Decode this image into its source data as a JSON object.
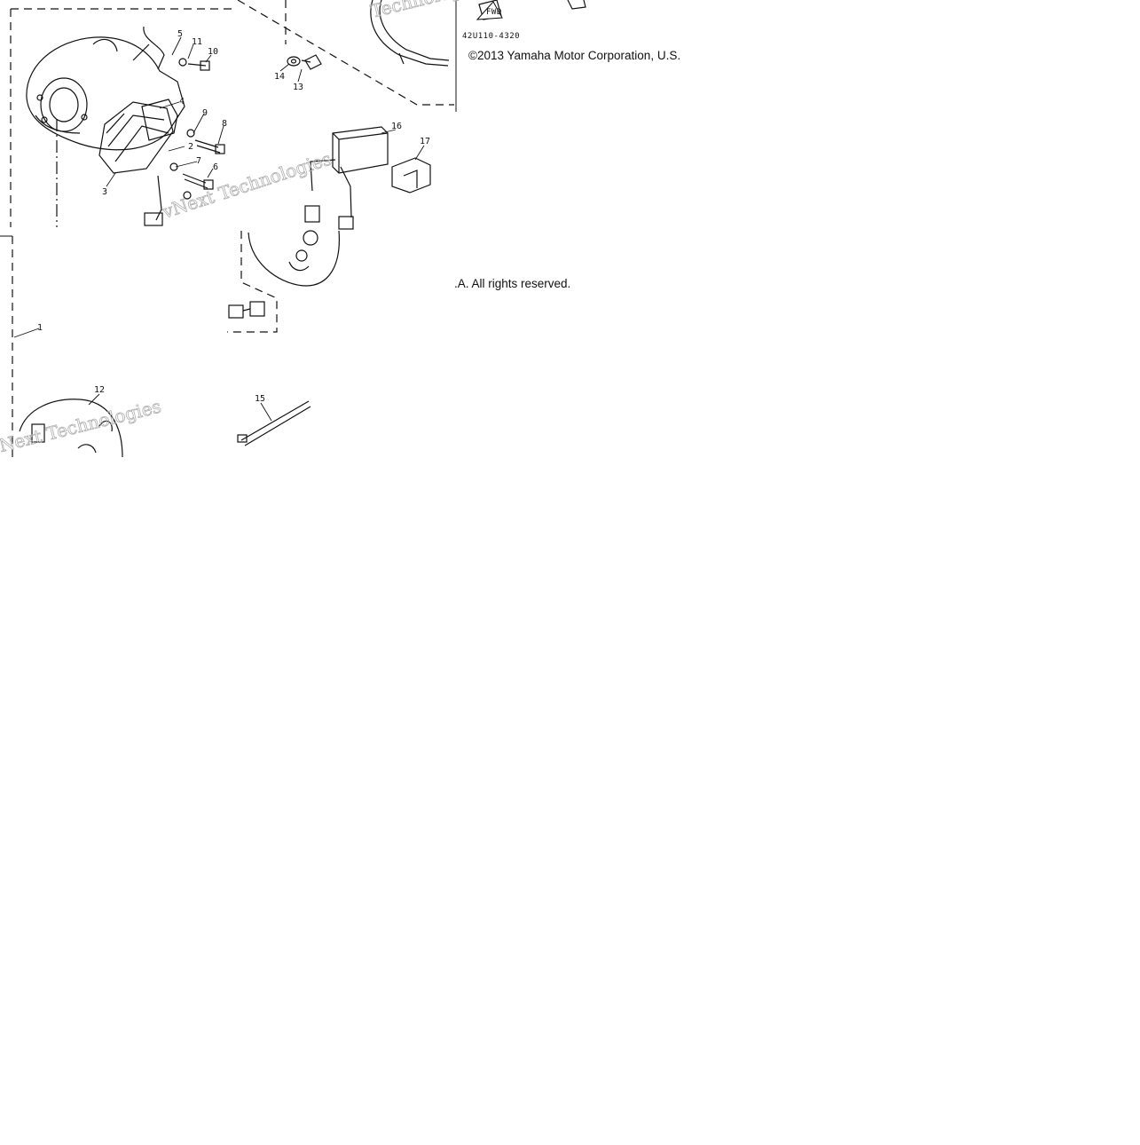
{
  "copyright": {
    "line1": "©2013 Yamaha Motor Corporation, U.S.",
    "line2": ".A. All rights reserved."
  },
  "diagram": {
    "part_code": "42U110-4320",
    "fwd_label": "FWD",
    "callouts": [
      "1",
      "2",
      "3",
      "4",
      "5",
      "6",
      "7",
      "8",
      "9",
      "10",
      "11",
      "12",
      "13",
      "14",
      "15",
      "16",
      "17"
    ],
    "watermarks": [
      "vNext Technologies",
      "Technologies"
    ]
  }
}
